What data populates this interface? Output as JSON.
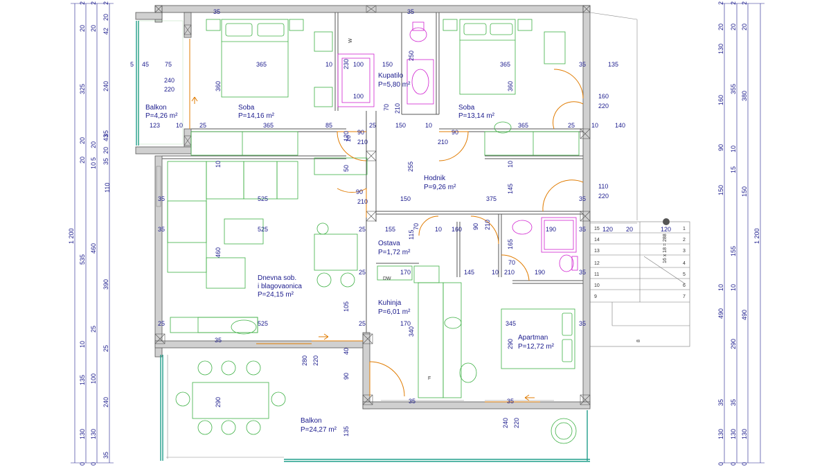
{
  "colors": {
    "wall": "#cfcfcf",
    "wall_stroke": "#555555",
    "furniture": "#3cb043",
    "door": "#e07b00",
    "dim": "#1a1a8c",
    "bath": "#d020d0",
    "glass": "#1f9d8a"
  },
  "rooms": [
    {
      "name": "Balkon",
      "area": "P=4,26 m²"
    },
    {
      "name": "Soba",
      "area": "P=14,16 m²"
    },
    {
      "name": "Kupatilo",
      "area": "P=5,80 m²"
    },
    {
      "name": "Soba",
      "area": "P=13,14 m²"
    },
    {
      "name": "Hodnik",
      "area": "P=9,26 m²"
    },
    {
      "name": "Ostava",
      "area": "P=1,72 m²"
    },
    {
      "name": "Dnevna sob.",
      "name2": "i blagovaonica",
      "area": "P=24,15 m²"
    },
    {
      "name": "Kuhinja",
      "area": "P=6,01 m²"
    },
    {
      "name": "Apartman",
      "area": "P=12,72 m²"
    },
    {
      "name": "Balkon",
      "area": "P=24,27 m²"
    }
  ],
  "appliances": {
    "dw": "DW",
    "fridge": "F",
    "washer": "W"
  },
  "stair_label": "16 x 18 = 288",
  "stair_numbers": [
    "15",
    "14",
    "13",
    "12",
    "11",
    "10",
    "9",
    "1",
    "2",
    "3",
    "4",
    "5",
    "6",
    "7",
    "8"
  ],
  "inner_dims": [
    "35",
    "35",
    "75",
    "365",
    "10",
    "230",
    "100",
    "150",
    "250",
    "365",
    "35",
    "135",
    "5",
    "45",
    "240",
    "220",
    "360",
    "100",
    "360",
    "160",
    "220",
    "123",
    "10",
    "25",
    "365",
    "85",
    "90",
    "25",
    "150",
    "10",
    "90",
    "365",
    "25",
    "10",
    "140",
    "120",
    "70",
    "210",
    "210",
    "210",
    "10",
    "10",
    "255",
    "145",
    "10",
    "110",
    "220",
    "50",
    "525",
    "90",
    "150",
    "375",
    "35",
    "210",
    "35",
    "525",
    "25",
    "155",
    "115",
    "70",
    "10",
    "160",
    "90",
    "210",
    "190",
    "35",
    "120",
    "20",
    "120",
    "460",
    "165",
    "70",
    "25",
    "170",
    "145",
    "10",
    "210",
    "190",
    "35",
    "105",
    "25",
    "525",
    "25",
    "170",
    "345",
    "35",
    "340",
    "290",
    "35",
    "280",
    "220",
    "40",
    "90",
    "290",
    "35",
    "35",
    "240",
    "220",
    "135"
  ],
  "left_dims_a": [
    "2",
    "20",
    "325",
    "20",
    "20",
    "110",
    "535",
    "25",
    "10",
    "135",
    "130",
    "0"
  ],
  "left_dims_b": [
    "1 200"
  ],
  "left_dims_c": [
    "2",
    "20",
    "42",
    "240",
    "43",
    "20",
    "5",
    "10",
    "35",
    "460",
    "390",
    "25",
    "100",
    "240",
    "130",
    "0"
  ],
  "left_dims_d": [
    "2",
    "20",
    "20",
    "35",
    "35"
  ],
  "right_dims_a": [
    "2",
    "20",
    "130",
    "160",
    "90",
    "150",
    "10",
    "490",
    "290",
    "35",
    "130",
    "0"
  ],
  "right_dims_b": [
    "2",
    "20",
    "355",
    "10",
    "15",
    "155",
    "10",
    "35",
    "130",
    "0"
  ],
  "right_dims_c": [
    "2",
    "20",
    "380",
    "150",
    "490",
    "130",
    "0"
  ],
  "right_dims_d": [
    "1 200"
  ]
}
